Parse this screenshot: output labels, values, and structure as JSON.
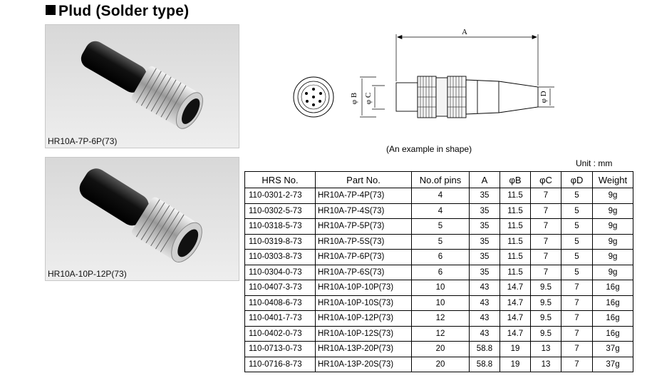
{
  "title": "Plud (Solder type)",
  "photos": [
    {
      "caption": "HR10A-7P-6P(73)"
    },
    {
      "caption": "HR10A-10P-12P(73)"
    }
  ],
  "drawing": {
    "label_a": "A",
    "label_b": "φ B",
    "label_c": "φ C",
    "label_d": "φ D",
    "caption": "(An example in shape)"
  },
  "unit_note": "Unit : mm",
  "table": {
    "headers": [
      "HRS No.",
      "Part No.",
      "No.of pins",
      "A",
      "φB",
      "φC",
      "φD",
      "Weight"
    ],
    "rows": [
      [
        "110-0301-2-73",
        "HR10A-7P-4P(73)",
        "4",
        "35",
        "11.5",
        "7",
        "5",
        "9g"
      ],
      [
        "110-0302-5-73",
        "HR10A-7P-4S(73)",
        "4",
        "35",
        "11.5",
        "7",
        "5",
        "9g"
      ],
      [
        "110-0318-5-73",
        "HR10A-7P-5P(73)",
        "5",
        "35",
        "11.5",
        "7",
        "5",
        "9g"
      ],
      [
        "110-0319-8-73",
        "HR10A-7P-5S(73)",
        "5",
        "35",
        "11.5",
        "7",
        "5",
        "9g"
      ],
      [
        "110-0303-8-73",
        "HR10A-7P-6P(73)",
        "6",
        "35",
        "11.5",
        "7",
        "5",
        "9g"
      ],
      [
        "110-0304-0-73",
        "HR10A-7P-6S(73)",
        "6",
        "35",
        "11.5",
        "7",
        "5",
        "9g"
      ],
      [
        "110-0407-3-73",
        "HR10A-10P-10P(73)",
        "10",
        "43",
        "14.7",
        "9.5",
        "7",
        "16g"
      ],
      [
        "110-0408-6-73",
        "HR10A-10P-10S(73)",
        "10",
        "43",
        "14.7",
        "9.5",
        "7",
        "16g"
      ],
      [
        "110-0401-7-73",
        "HR10A-10P-12P(73)",
        "12",
        "43",
        "14.7",
        "9.5",
        "7",
        "16g"
      ],
      [
        "110-0402-0-73",
        "HR10A-10P-12S(73)",
        "12",
        "43",
        "14.7",
        "9.5",
        "7",
        "16g"
      ],
      [
        "110-0713-0-73",
        "HR10A-13P-20P(73)",
        "20",
        "58.8",
        "19",
        "13",
        "7",
        "37g"
      ],
      [
        "110-0716-8-73",
        "HR10A-13P-20S(73)",
        "20",
        "58.8",
        "19",
        "13",
        "7",
        "37g"
      ]
    ]
  }
}
